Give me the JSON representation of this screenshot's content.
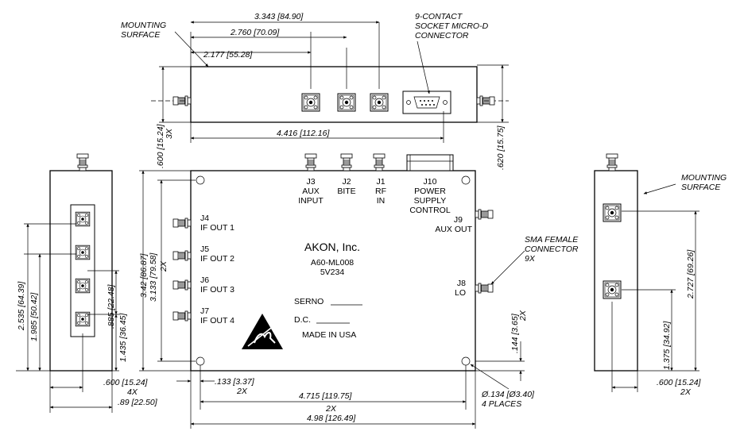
{
  "notes": {
    "mounting_surface_top": [
      "MOUNTING",
      "SURFACE"
    ],
    "mounting_surface_right": [
      "MOUNTING",
      "SURFACE"
    ],
    "micro_d": [
      "9-CONTACT",
      "SOCKET MICRO-D",
      "CONNECTOR"
    ],
    "sma": [
      "SMA FEMALE",
      "CONNECTOR",
      "9X"
    ]
  },
  "top_view_dims": {
    "d1": "3.343 [84.90]",
    "d2": "2.760 [70.09]",
    "d3": "2.177 [55.28]",
    "d4": "4.416 [112.16]",
    "left_height": ".600 [15.24]",
    "left_qty": "3X",
    "right_height": ".620 [15.75]"
  },
  "front_view": {
    "company": "AKON, Inc.",
    "model": "A60-ML008",
    "version": "5V234",
    "serno": "SERNO",
    "dc": "D.C.",
    "made": "MADE IN USA",
    "top_connectors": [
      {
        "id": "J3",
        "lines": [
          "AUX",
          "INPUT"
        ]
      },
      {
        "id": "J2",
        "lines": [
          "BITE"
        ]
      },
      {
        "id": "J1",
        "lines": [
          "RF",
          "IN"
        ]
      },
      {
        "id": "J10",
        "lines": [
          "POWER",
          "SUPPLY",
          "CONTROL"
        ]
      }
    ],
    "left_connectors": [
      {
        "id": "J4",
        "label": "IF OUT 1"
      },
      {
        "id": "J5",
        "label": "IF OUT 2"
      },
      {
        "id": "J6",
        "label": "IF OUT 3"
      },
      {
        "id": "J7",
        "label": "IF OUT 4"
      }
    ],
    "right_connectors": [
      {
        "id": "J9",
        "label": "AUX OUT"
      },
      {
        "id": "J8",
        "label": "LO"
      }
    ]
  },
  "front_dims": {
    "height": "3.42 [86.87]",
    "inner_height": "3.133 [79.58]",
    "inner_height_qty": "2X",
    "hole_offset": ".133 [3.37]",
    "hole_offset_qty": "2X",
    "hole_spacing": "4.715 [119.75]",
    "hole_spacing_qty": "2X",
    "width": "4.98 [126.49]",
    "hole_dia": "Ø.134 [Ø3.40]",
    "hole_qty": "4 PLACES",
    "bottom_offset": ".144 [3.65]",
    "bottom_offset_qty": "2X"
  },
  "left_view_dims": {
    "d1": "2.535 [64.39]",
    "d2": "1.985 [50.42]",
    "d3": ".885 [22.48]",
    "d4": "1.435 [36.45]",
    "w1": ".600 [15.24]",
    "w1_qty": "4X",
    "w2": ".89 [22.50]"
  },
  "right_view_dims": {
    "d1": "2.727 [69.26]",
    "d2": "1.375 [34.92]",
    "w1": ".600 [15.24]",
    "w1_qty": "2X"
  }
}
